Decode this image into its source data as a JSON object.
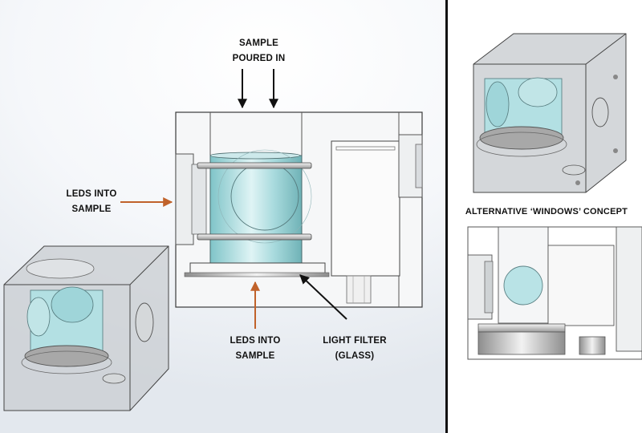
{
  "labels": {
    "sample_poured_in": [
      "SAMPLE",
      "POURED IN"
    ],
    "leds_into_sample_left": [
      "LEDS INTO",
      "SAMPLE"
    ],
    "leds_into_sample_bottom": [
      "LEDS INTO",
      "SAMPLE"
    ],
    "light_filter": [
      "LIGHT FILTER",
      "(GLASS)"
    ],
    "alternative_concept": "ALTERNATIVE ‘WINDOWS’ CONCEPT"
  },
  "colors": {
    "arrow_black": "#111111",
    "arrow_orange": "#c0622a",
    "glass_cyan": "#b9e3e6",
    "housing_gray": "#b8bcc0"
  }
}
